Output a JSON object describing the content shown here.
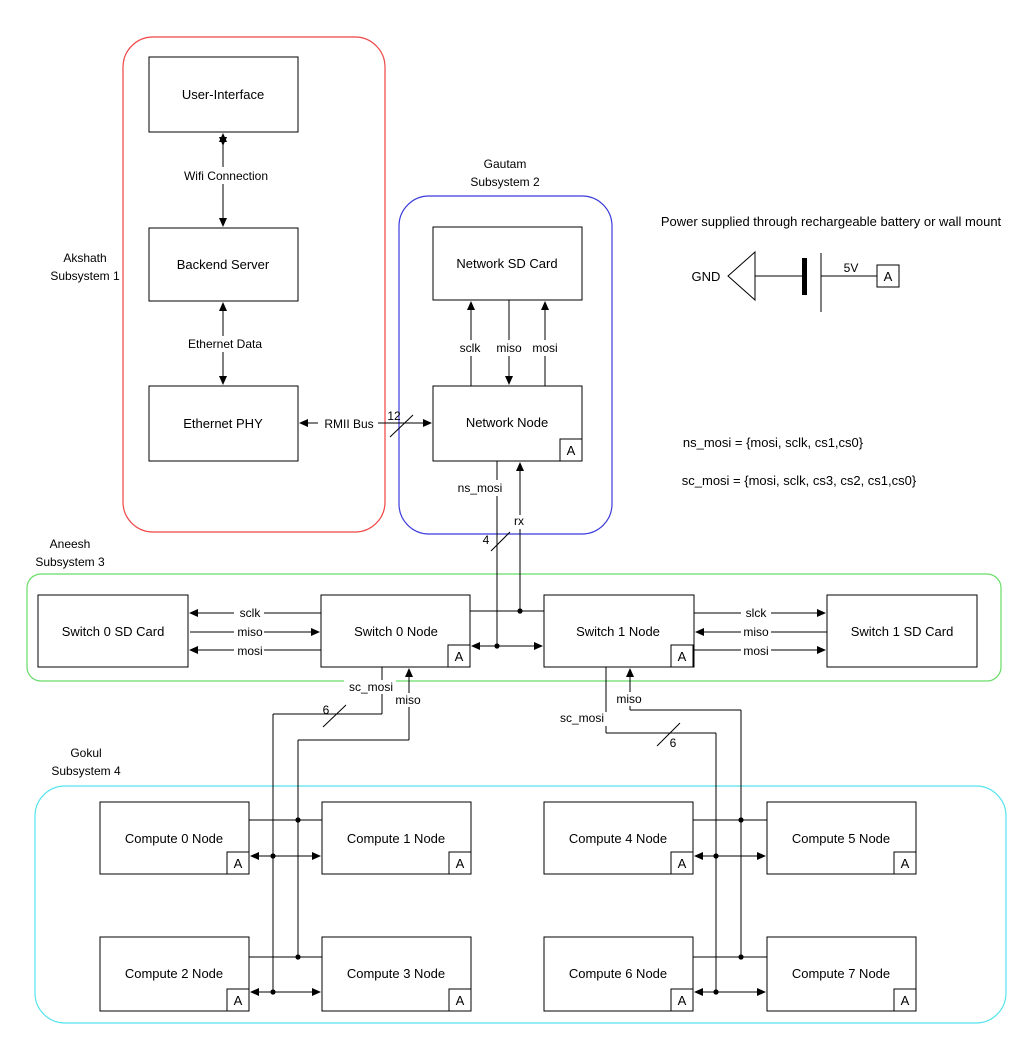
{
  "colors": {
    "subsystem1": "#ef4444",
    "subsystem2": "#3b3bdb",
    "subsystem3": "#66dd66",
    "subsystem4": "#55e4ee"
  },
  "subsystems": {
    "s1": {
      "owner": "Akshath",
      "name": "Subsystem 1"
    },
    "s2": {
      "owner": "Gautam",
      "name": "Subsystem 2"
    },
    "s3": {
      "owner": "Aneesh",
      "name": "Subsystem 3"
    },
    "s4": {
      "owner": "Gokul",
      "name": "Subsystem 4"
    }
  },
  "blocks": {
    "ui": "User-Interface",
    "backend": "Backend Server",
    "phy": "Ethernet PHY",
    "net_sd": "Network SD Card",
    "net_node": "Network Node",
    "sw0_sd": "Switch 0 SD Card",
    "sw0": "Switch 0 Node",
    "sw1": "Switch 1 Node",
    "sw1_sd": "Switch 1 SD Card",
    "c0": "Compute 0 Node",
    "c1": "Compute 1 Node",
    "c2": "Compute 2 Node",
    "c3": "Compute 3 Node",
    "c4": "Compute 4 Node",
    "c5": "Compute 5 Node",
    "c6": "Compute 6 Node",
    "c7": "Compute 7 Node"
  },
  "tag": "A",
  "links": {
    "wifi": "Wifi Connection",
    "ethernet": "Ethernet Data",
    "rmii": "RMII Bus",
    "rmii_width": "12",
    "sclk": "sclk",
    "miso": "miso",
    "mosi": "mosi",
    "slck": "slck",
    "ns_mosi": "ns_mosi",
    "rx": "rx",
    "ns_width": "4",
    "sc_mosi": "sc_mosi",
    "sc_width": "6"
  },
  "power": {
    "note": "Power supplied through rechargeable battery or wall mount",
    "gnd": "GND",
    "voltage": "5V"
  },
  "definitions": {
    "ns_mosi": "ns_mosi = {mosi, sclk, cs1,cs0}",
    "sc_mosi": "sc_mosi = {mosi, sclk, cs3, cs2, cs1,cs0}"
  }
}
